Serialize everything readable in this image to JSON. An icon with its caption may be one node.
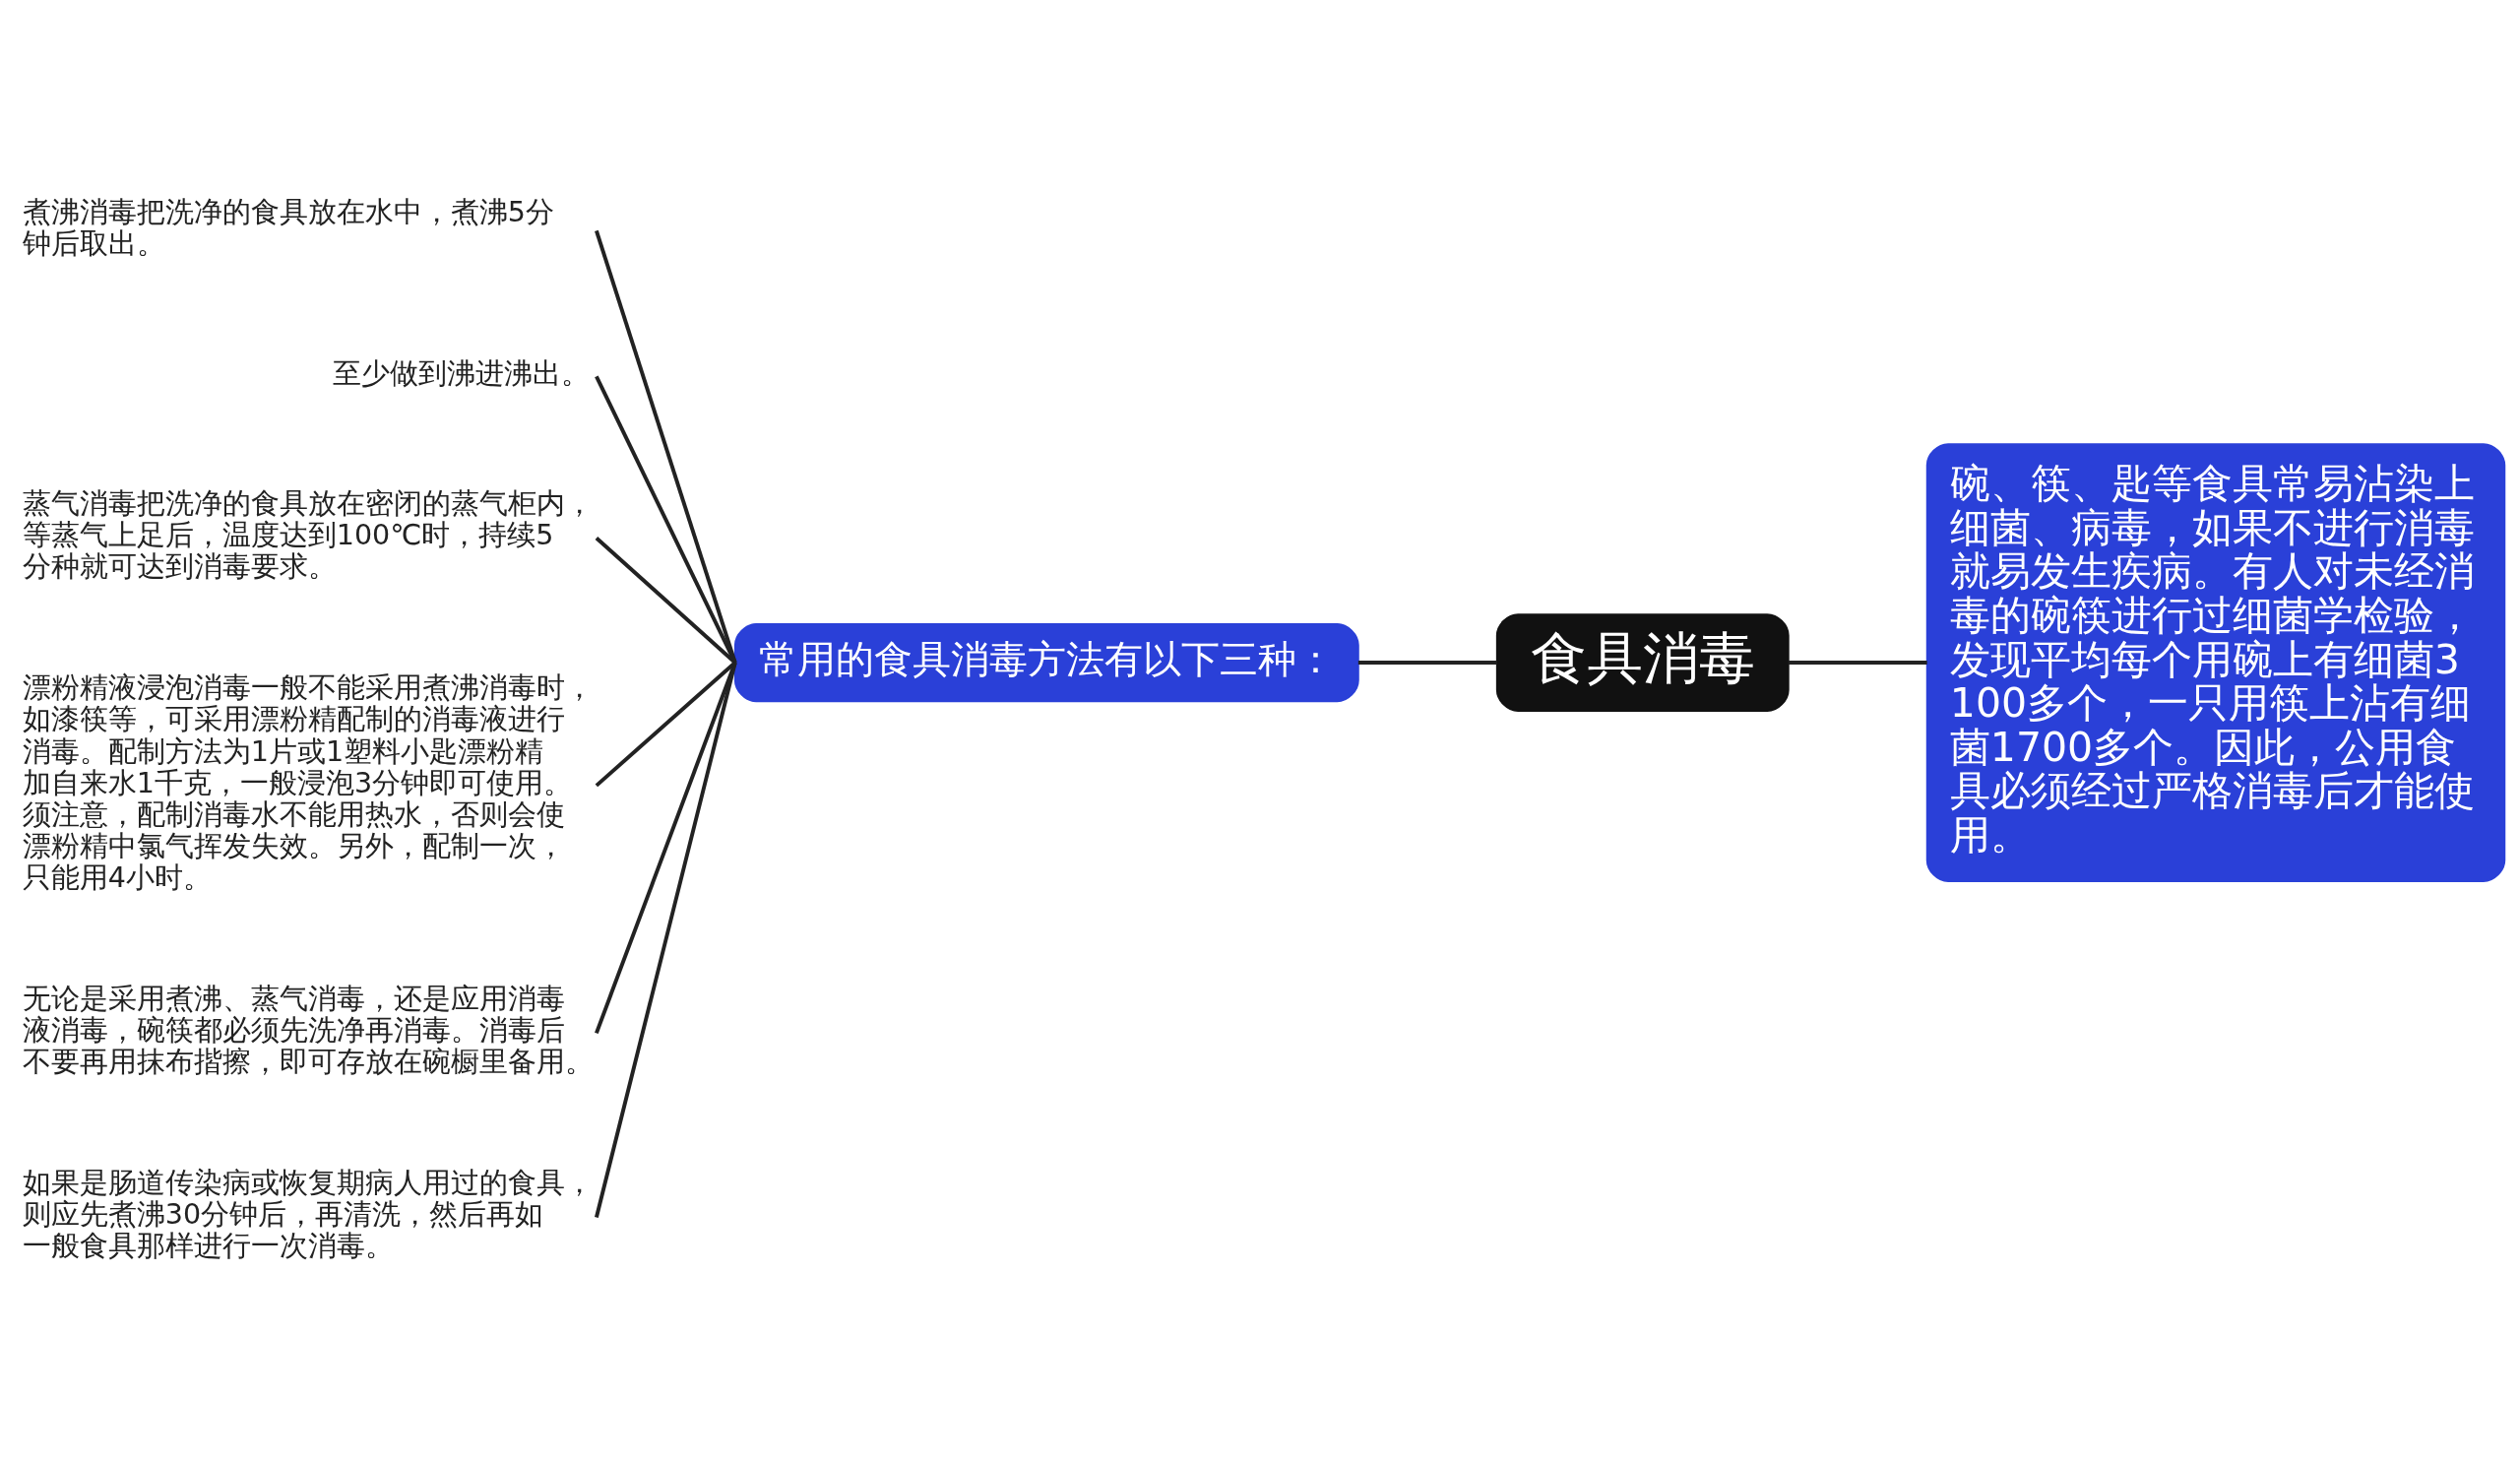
{
  "diagram": {
    "nodes": [
      {
        "text": [
          "食具消毒"
        ]
      },
      {
        "text": [
          "常用的食具消毒方法有以下三种："
        ]
      },
      {
        "text": [
          "煮沸消毒把洗净的食具放在水中，煮沸5分钟后取出。"
        ]
      },
      {
        "text": [
          "至少做到沸进沸出。"
        ]
      },
      {
        "text": [
          "蒸气消毒把洗净的食具放在密闭的蒸气柜内，等蒸气上足后，温度达到100℃时，持续5分种就可达到消毒要求。"
        ]
      },
      {
        "text": [
          "漂粉精液浸泡消毒一般不能采用煮沸消毒时，如漆筷等，可采用漂粉精配制的消毒液进行消毒。配制方法为1片或1塑料小匙漂粉精加自来水1千克，一般浸泡3分钟即可使用。须注意，配制消毒水不能用热水，否则会使漂粉精中氯气挥发失效。另外，配制一次，只能用4小时。"
        ]
      },
      {
        "text": [
          "无论是采用煮沸、蒸气消毒，还是应用消毒液消毒，碗筷都必须先洗净再消毒。消毒后不要再用抹布揩擦，即可存放在碗橱里备用。"
        ]
      },
      {
        "text": [
          "如果是肠道传染病或恢复期病人用过的食具，则应先煮沸30分钟后，再清洗，然后再如一般食具那样进行一次消毒。"
        ]
      },
      {
        "text": [
          "碗、筷、匙等食具常易沾染上细菌、病毒，如果不进行消毒就易发生疾病。有人对未经消毒的碗筷进行过细菌学检验，发现平均每个用碗上有细菌3100多个，一只用筷上沾有细菌1700多个。因此，公用食具必须经过严格消毒后才能使用。"
        ]
      }
    ],
    "edges": [
      {
        "from": 0,
        "to": 1,
        "arrow": "none"
      },
      {
        "from": 1,
        "to": 2,
        "arrow": "none"
      },
      {
        "from": 1,
        "to": 3,
        "arrow": "none"
      },
      {
        "from": 1,
        "to": 4,
        "arrow": "none"
      },
      {
        "from": 1,
        "to": 5,
        "arrow": "none"
      },
      {
        "from": 1,
        "to": 6,
        "arrow": "none"
      },
      {
        "from": 1,
        "to": 7,
        "arrow": "none"
      },
      {
        "from": 0,
        "to": 8,
        "arrow": "none"
      }
    ]
  }
}
